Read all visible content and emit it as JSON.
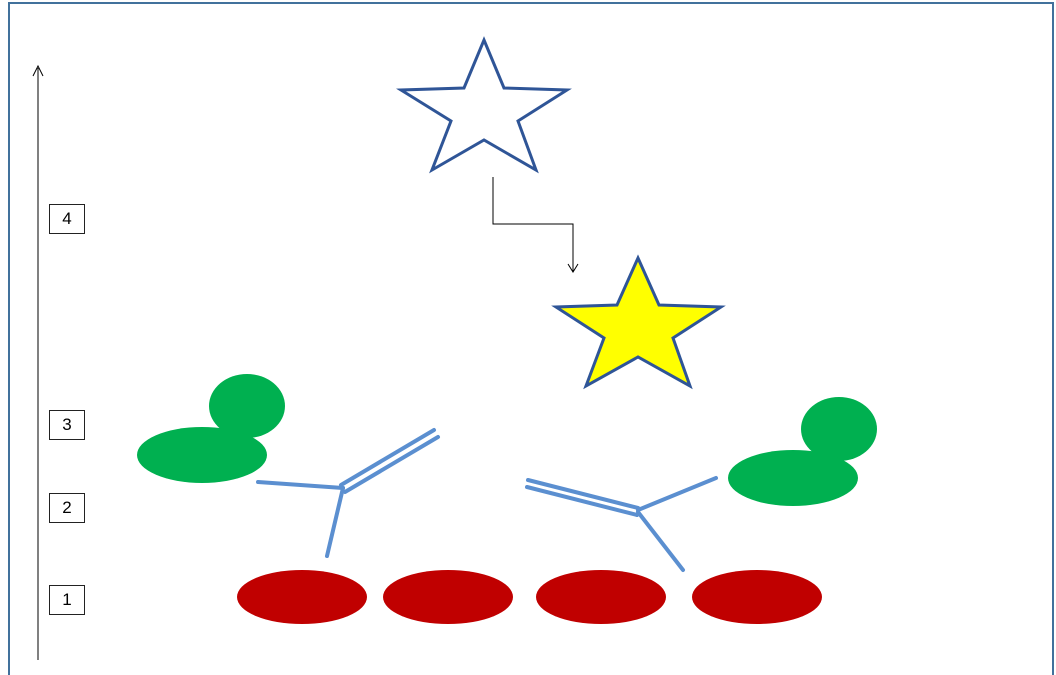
{
  "diagram": {
    "steps": [
      {
        "label": "1"
      },
      {
        "label": "2"
      },
      {
        "label": "3"
      },
      {
        "label": "4"
      }
    ],
    "colors": {
      "frame": "#41719c",
      "antigen": "#c00000",
      "antibody": "#5b8fd0",
      "enzyme": "#00b050",
      "substrate_outline": "#2f5597",
      "product_fill": "#ffff00",
      "product_outline": "#2f5597",
      "axis": "#000000"
    },
    "elements": {
      "antigens": 4,
      "antibodies": 2,
      "enzyme_complexes": 2,
      "substrate_star": "empty-star",
      "product_star": "yellow-star"
    }
  }
}
